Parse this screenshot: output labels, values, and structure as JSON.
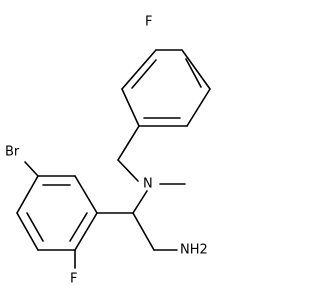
{
  "molecule": {
    "atoms": {
      "fluorine_top": "F",
      "bromine": "Br",
      "nitrogen": "N",
      "fluorine_bottom": "F",
      "amine": "NH2"
    }
  }
}
